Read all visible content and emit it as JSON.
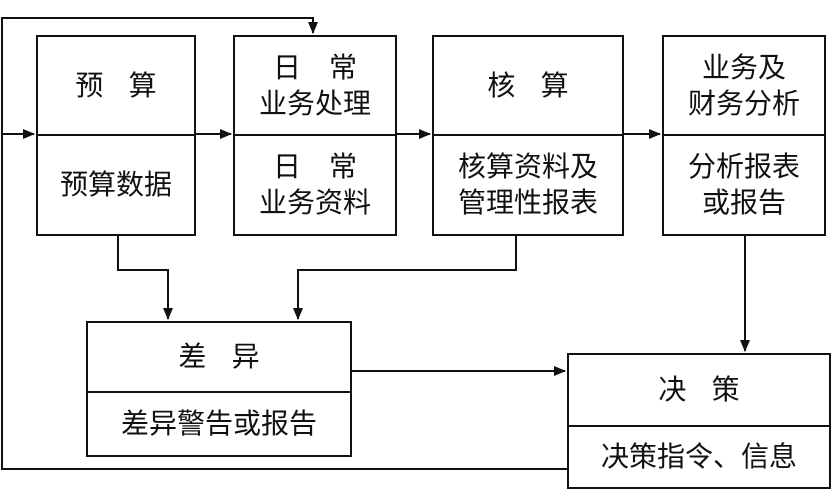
{
  "boxes": {
    "budget": {
      "title": "预算",
      "content": "预算数据"
    },
    "daily": {
      "title": "日　常\n业务处理",
      "content": "日　常\n业务资料"
    },
    "account": {
      "title": "核算",
      "content": "核算资料及\n管理性报表"
    },
    "analysis": {
      "title": "业务及\n财务分析",
      "content": "分析报表\n或报告"
    },
    "variance": {
      "title": "差异",
      "content": "差异警告或报告"
    },
    "decision": {
      "title": "决策",
      "content": "决策指令、信息"
    }
  },
  "colors": {
    "line": "#111111",
    "background": "#ffffff"
  }
}
